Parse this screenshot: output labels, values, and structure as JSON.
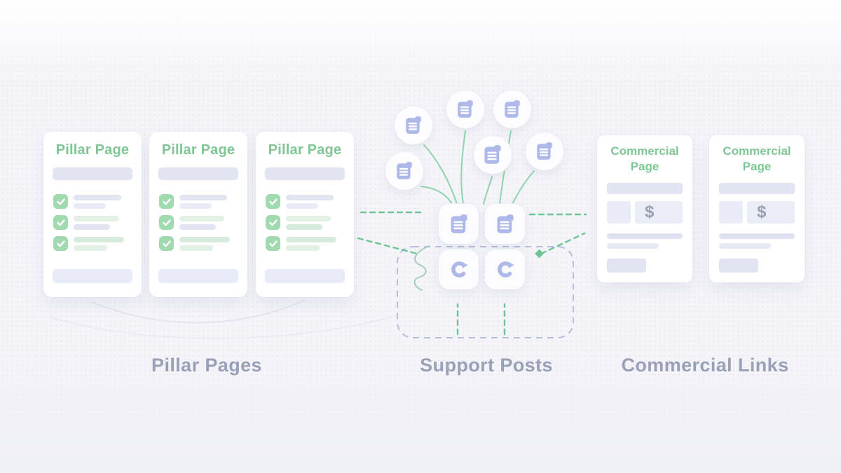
{
  "section_labels": {
    "pillar": "Pillar Pages",
    "support": "Support Posts",
    "commercial": "Commercial Links"
  },
  "pillar_section": {
    "cards": [
      {
        "title": "Pillar Page",
        "checklist_items": 3
      },
      {
        "title": "Pillar Page",
        "checklist_items": 3
      },
      {
        "title": "Pillar Page",
        "checklist_items": 3
      }
    ]
  },
  "support_section": {
    "doc_circle_count": 6,
    "hub_tiles": [
      "document",
      "document",
      "refresh",
      "refresh"
    ]
  },
  "commercial_section": {
    "cards": [
      {
        "title": "Commercial Page",
        "price_symbol": "$"
      },
      {
        "title": "Commercial Page",
        "price_symbol": "$"
      }
    ]
  },
  "icons": {
    "document": "document-icon",
    "refresh": "refresh-icon",
    "checkmark": "checkmark-icon",
    "dollar": "dollar-sign"
  },
  "colors": {
    "green_text": "#7fc694",
    "check_bg": "#a2dab0",
    "doc_icon": "#aeb9ea",
    "bar_lavender": "#e2e4f1",
    "bar_lavender_light": "#e9ebf6",
    "bar_green": "#d7ebdd",
    "bar_green_light": "#e2f0e7",
    "label_text": "#9aa0b6",
    "dollar_color": "#9aa0b3",
    "dash_green": "#6fc596",
    "fan_green": "#90d3ac",
    "dash_rect": "#b8bde1"
  }
}
